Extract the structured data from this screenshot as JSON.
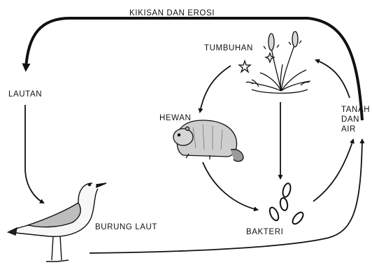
{
  "labels": {
    "top": "KIKISAN DAN EROSI",
    "sea": "LAUTAN",
    "plants": "TUMBUHAN",
    "animal": "HEWAN",
    "soil_line1": "TANAH",
    "soil_line2": "DAN",
    "soil_line3": "AIR",
    "bird": "BURUNG LAUT",
    "bacteria": "BAKTERI"
  },
  "colors": {
    "ink": "#111111",
    "background": "#ffffff"
  }
}
